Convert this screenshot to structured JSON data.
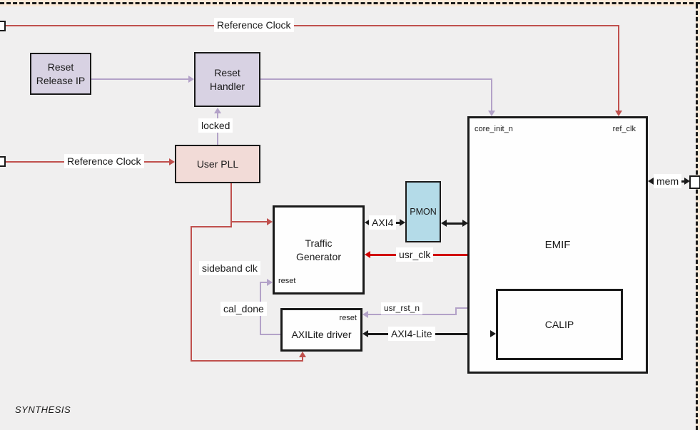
{
  "diagram": {
    "title_note": "SYNTHESIS",
    "colors": {
      "background": "#f0efef",
      "frame_strip": "#fbead9",
      "wire_red_muted": "#c0504d",
      "wire_red_bright": "#d10000",
      "wire_purple": "#b3a2c8",
      "wire_black": "#1a1a1a",
      "block_purple_fill": "#d8d2e3",
      "block_pink_fill": "#f2dbd7",
      "block_blue_fill": "#b4dbe8",
      "block_white_fill": "#fefefe"
    },
    "blocks": {
      "reset_release": {
        "label": "Reset Release IP"
      },
      "reset_handler": {
        "label": "Reset Handler"
      },
      "user_pll": {
        "label": "User PLL"
      },
      "traffic_generator": {
        "label": "Traffic Generator",
        "reset_port": "reset"
      },
      "pmon": {
        "label": "PMON"
      },
      "emif": {
        "label": "EMIF",
        "core_init_port": "core_init_n",
        "ref_clk_port": "ref_clk"
      },
      "calip": {
        "label": "CALIP"
      },
      "axilite_driver": {
        "label": "AXILite driver",
        "reset_port": "reset"
      }
    },
    "wires": {
      "reference_clock_top": {
        "label": "Reference Clock"
      },
      "reference_clock_left": {
        "label": "Reference Clock"
      },
      "locked": {
        "label": "locked"
      },
      "sideband_clk": {
        "label": "sideband clk"
      },
      "cal_done": {
        "label": "cal_done"
      },
      "usr_clk": {
        "label": "usr_clk"
      },
      "usr_rst_n": {
        "label": "usr_rst_n"
      },
      "axi4": {
        "label": "AXI4"
      },
      "axi4_lite": {
        "label": "AXI4-Lite"
      },
      "mem": {
        "label": "mem"
      }
    }
  }
}
